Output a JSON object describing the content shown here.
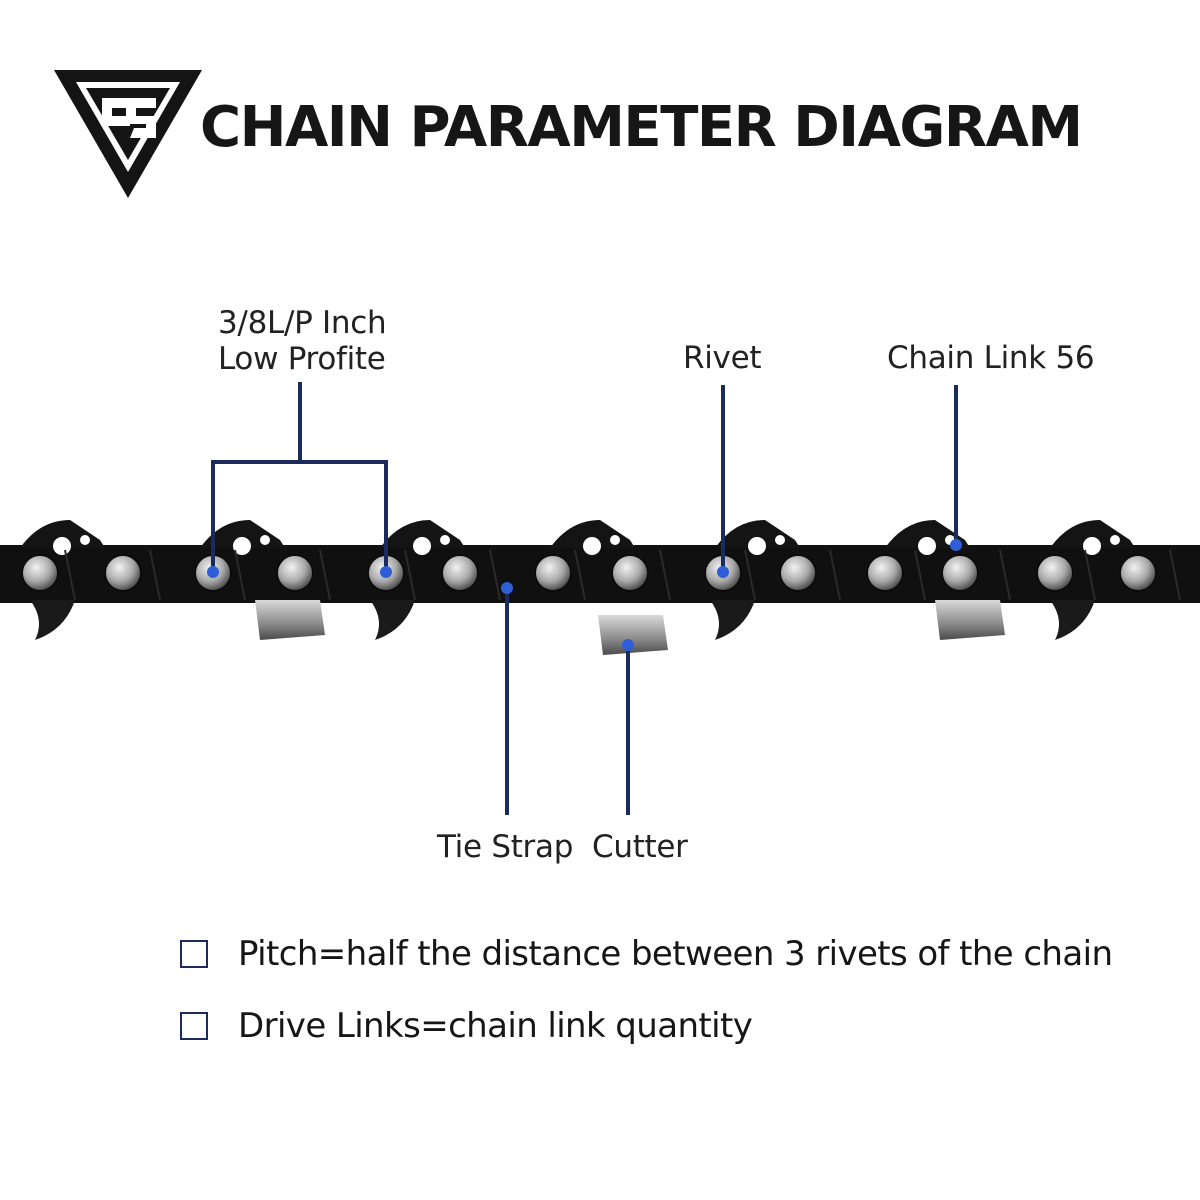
{
  "header": {
    "title": "CHAIN PARAMETER DIAGRAM",
    "logo_icon": "triangle-monogram-logo"
  },
  "callouts": {
    "pitch": {
      "line1": "3/8L/P Inch",
      "line2": "Low Profite"
    },
    "rivet": "Rivet",
    "chain_link": "Chain Link 56",
    "tie_strap": "Tie Strap",
    "cutter": "Cutter"
  },
  "notes": [
    {
      "text": "Pitch=half the distance between 3 rivets of the chain",
      "icon": "checkbox-icon"
    },
    {
      "text": "Drive Links=chain link quantity",
      "icon": "checkbox-icon"
    }
  ],
  "colors": {
    "callout_line": "#1c2b5e",
    "callout_dot": "#2f5fd8",
    "chain_dark": "#101010",
    "rivet_silver": "#b9b9b9"
  }
}
